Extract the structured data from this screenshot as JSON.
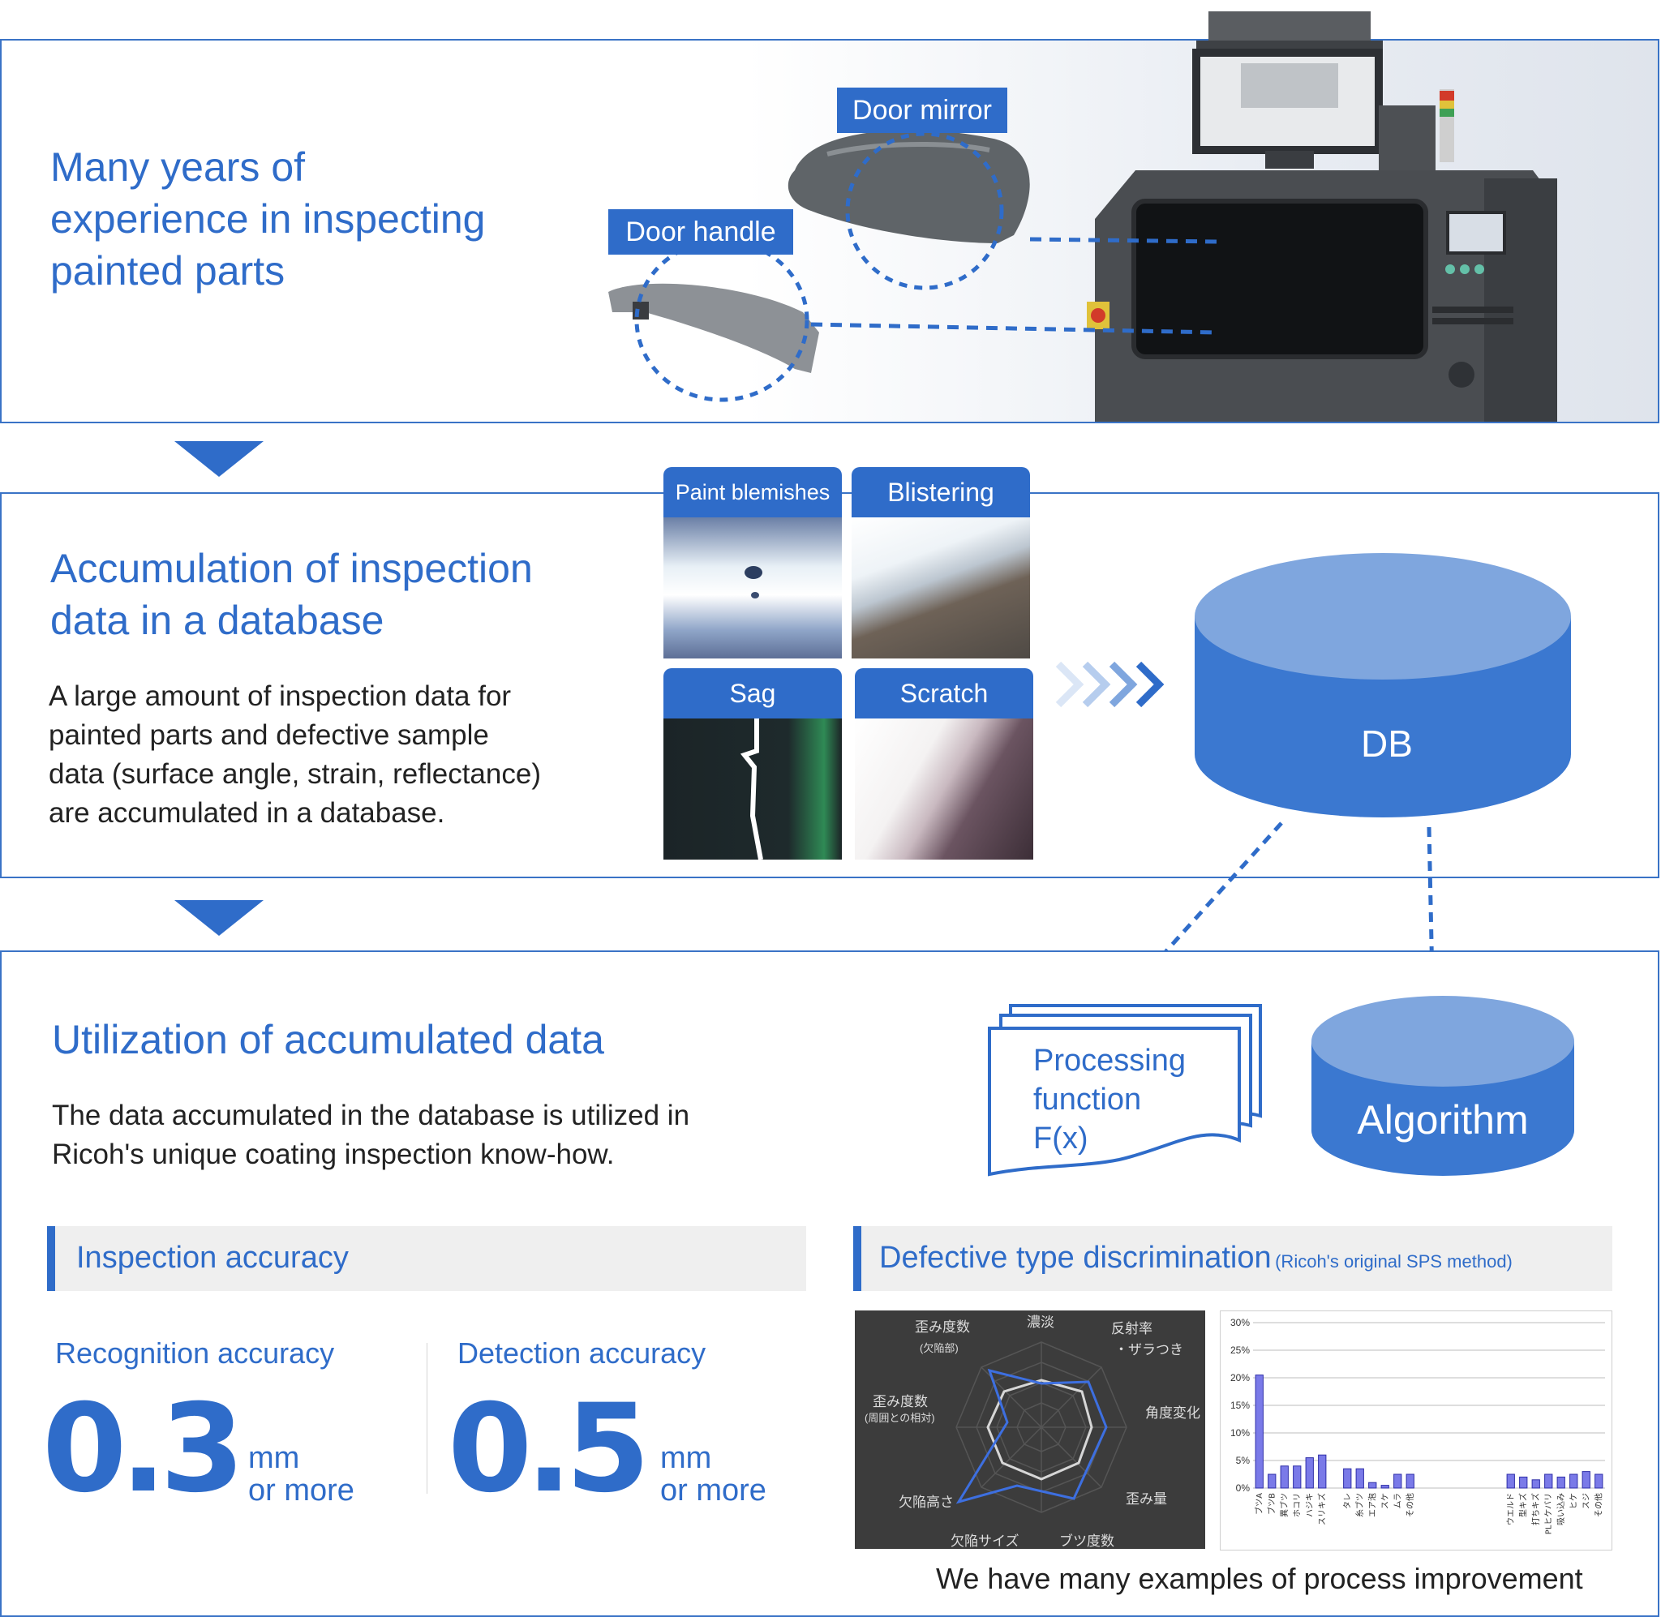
{
  "section1": {
    "title_lines": [
      "Many years of",
      "experience in inspecting",
      "painted parts"
    ],
    "labels": {
      "door_mirror": "Door mirror",
      "door_handle": "Door handle"
    }
  },
  "section2": {
    "title_lines": [
      "Accumulation of inspection",
      "data in a database"
    ],
    "body_lines": [
      "A large amount of inspection data for",
      "painted parts and defective sample",
      "data (surface angle, strain, reflectance)",
      "are accumulated in a database."
    ],
    "defects": [
      "Paint blemishes",
      "Blistering",
      "Sag",
      "Scratch"
    ],
    "db_label": "DB"
  },
  "section3": {
    "title": "Utilization of accumulated data",
    "body_lines": [
      "The data accumulated in the database is utilized in",
      "Ricoh's unique coating inspection know-how."
    ],
    "processing_lines": [
      "Processing",
      "function",
      "F(x)"
    ],
    "algorithm_label": "Algorithm",
    "inspection_header": "Inspection accuracy",
    "recognition": {
      "label": "Recognition accuracy",
      "value": "0.3",
      "unit1": "mm",
      "unit2": "or more"
    },
    "detection": {
      "label": "Detection accuracy",
      "value": "0.5",
      "unit1": "mm",
      "unit2": "or more"
    },
    "defective_header": "Defective type discrimination",
    "defective_sub": "(Ricoh's original SPS method)",
    "footer": "We have many examples of process improvement"
  },
  "radar": {
    "axes": [
      "濃淡",
      "反射率",
      "・ザラつき",
      "角度変化",
      "歪み量",
      "ブツ度数",
      "欠陥サイズ",
      "欠陥高さ",
      "歪み度数",
      "(周囲との相対)",
      "歪み度数",
      "(欠陥部)"
    ]
  },
  "chart_data": {
    "type": "bar",
    "ylim": [
      0,
      30
    ],
    "yticks": [
      "30%",
      "25%",
      "20%",
      "15%",
      "10%",
      "5%",
      "0%"
    ],
    "categories": [
      "ブツA",
      "ブツB",
      "異ブツ",
      "ホコリ",
      "ハジキ",
      "スリキズ",
      "",
      "タレ",
      "糸ブツ",
      "エア泡",
      "スケ",
      "ムラ",
      "その他",
      "",
      "",
      "",
      "",
      "",
      "",
      "",
      "ウエルド",
      "型キズ",
      "打ちキズ",
      "PLヒケバリ",
      "吸い込み",
      "ヒケ",
      "スジ",
      "その他"
    ],
    "values": [
      20.5,
      2.5,
      4,
      4,
      5.5,
      6,
      0,
      3.5,
      3.5,
      1,
      0.5,
      2.5,
      2.5,
      0,
      0,
      0,
      0,
      0,
      0,
      0,
      2.5,
      2,
      1.5,
      2.5,
      2,
      2.5,
      3,
      2.5
    ]
  },
  "colors": {
    "brand": "#2f6cc9",
    "db_top": "#7fa6de",
    "db_body": "#3b78d0"
  }
}
